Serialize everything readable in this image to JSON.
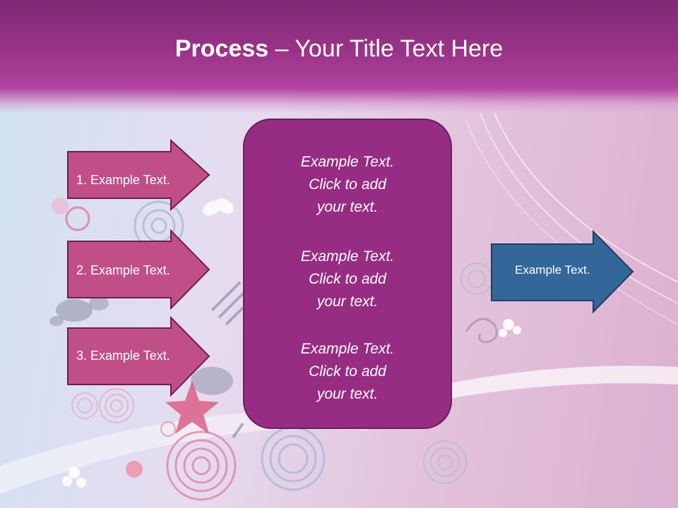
{
  "title": {
    "bold": "Process",
    "rest": " – Your Title Text Here"
  },
  "left_arrows": [
    {
      "label": "1. Example Text."
    },
    {
      "label": "2. Example Text."
    },
    {
      "label": "3. Example Text."
    }
  ],
  "center_box": {
    "blocks": [
      {
        "line1": "Example Text.",
        "line2": "Click  to add",
        "line3": "your text."
      },
      {
        "line1": "Example Text.",
        "line2": "Click  to add",
        "line3": "your text."
      },
      {
        "line1": "Example Text.",
        "line2": "Click  to add",
        "line3": "your text."
      }
    ]
  },
  "right_arrow": {
    "label": "Example Text."
  },
  "colors": {
    "header": "#9a3388",
    "left_arrow_fill": "#c14f87",
    "center_box_fill": "#962d82",
    "right_arrow_fill": "#336699"
  }
}
